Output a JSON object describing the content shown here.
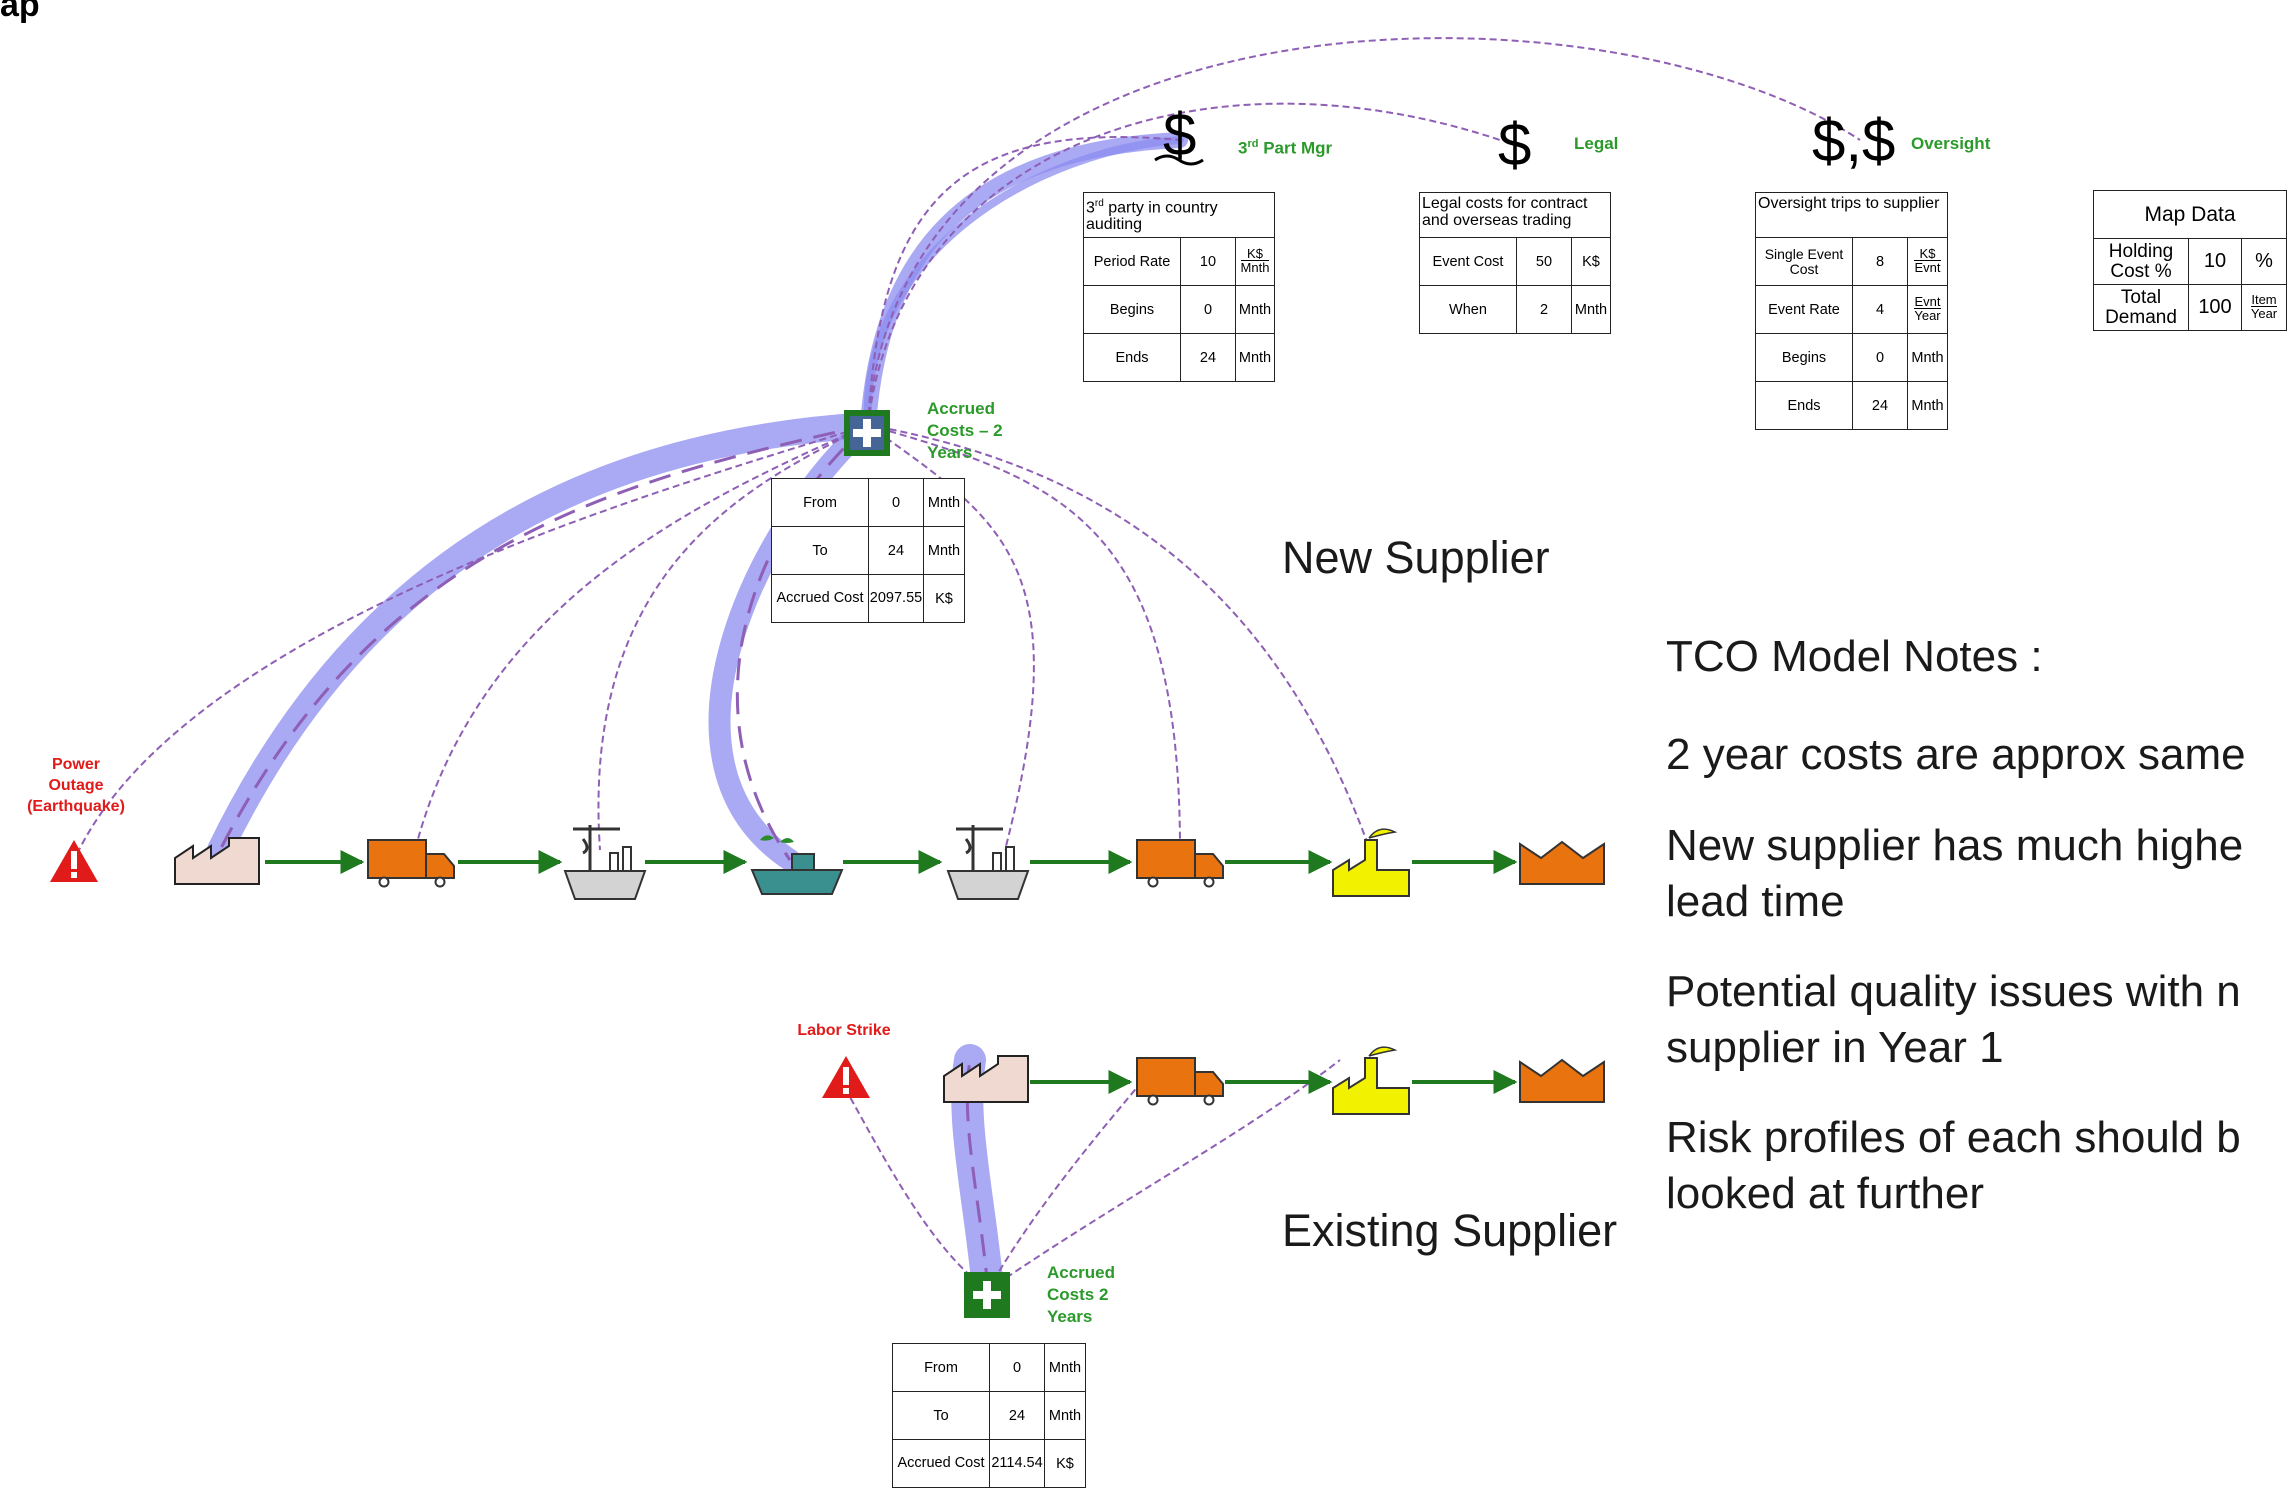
{
  "title_fragment": "ap",
  "labels": {
    "new_supplier": "New Supplier",
    "existing_supplier": "Existing Supplier",
    "accrued_new": [
      "Accrued",
      "Costs – 2",
      "Years"
    ],
    "accrued_existing": [
      "Accrued",
      "Costs 2",
      "Years"
    ],
    "power_outage": [
      "Power",
      "Outage",
      "(Earthquake)"
    ],
    "labor_strike": "Labor Strike"
  },
  "cost_drivers": [
    {
      "symbol": "$",
      "label_base": "3",
      "label_sup": "rd",
      "label_rest": " Part Mgr"
    },
    {
      "symbol": "$",
      "label": "Legal"
    },
    {
      "symbol": "$,$",
      "label": "Oversight"
    }
  ],
  "tables": {
    "third_party": {
      "caption_base": "3",
      "caption_sup": "rd",
      "caption_rest": " party in country auditing",
      "rows": [
        {
          "name": "Period Rate",
          "value": "10",
          "unit_num": "K$",
          "unit_den": "Mnth"
        },
        {
          "name": "Begins",
          "value": "0",
          "unit": "Mnth"
        },
        {
          "name": "Ends",
          "value": "24",
          "unit": "Mnth"
        }
      ]
    },
    "legal": {
      "caption": "Legal costs for contract and overseas trading",
      "rows": [
        {
          "name": "Event Cost",
          "value": "50",
          "unit": "K$"
        },
        {
          "name": "When",
          "value": "2",
          "unit": "Mnth"
        }
      ]
    },
    "oversight": {
      "caption": "Oversight trips to supplier",
      "rows": [
        {
          "name": "Single Event Cost",
          "value": "8",
          "unit_num": "K$",
          "unit_den": "Evnt"
        },
        {
          "name": "Event Rate",
          "value": "4",
          "unit_num": "Evnt",
          "unit_den": "Year"
        },
        {
          "name": "Begins",
          "value": "0",
          "unit": "Mnth"
        },
        {
          "name": "Ends",
          "value": "24",
          "unit": "Mnth"
        }
      ]
    },
    "map_data": {
      "caption": "Map Data",
      "rows": [
        {
          "name": "Holding Cost %",
          "value": "10",
          "unit": "%"
        },
        {
          "name": "Total Demand",
          "value": "100",
          "unit_num": "Item",
          "unit_den": "Year"
        }
      ]
    },
    "accrued_new": {
      "rows": [
        {
          "name": "From",
          "value": "0",
          "unit": "Mnth"
        },
        {
          "name": "To",
          "value": "24",
          "unit": "Mnth"
        },
        {
          "name": "Accrued Cost",
          "value": "2097.55",
          "unit": "K$"
        }
      ]
    },
    "accrued_existing": {
      "rows": [
        {
          "name": "From",
          "value": "0",
          "unit": "Mnth"
        },
        {
          "name": "To",
          "value": "24",
          "unit": "Mnth"
        },
        {
          "name": "Accrued Cost",
          "value": "2114.54",
          "unit": "K$"
        }
      ]
    }
  },
  "notes": {
    "title": "TCO Model Notes :",
    "items": [
      [
        "2 year costs are approx same"
      ],
      [
        "New supplier has much highe",
        "lead time"
      ],
      [
        "Potential quality issues with n",
        "supplier in Year 1"
      ],
      [
        "Risk profiles of each should b",
        "looked at further"
      ]
    ]
  },
  "colors": {
    "flow_line": "#1f7a1f",
    "truck": "#e8730f",
    "warehouse": "#e8730f",
    "plant": "#f2f200",
    "flow_band": "#8c8cf0",
    "dash_line": "#9b59b6",
    "risk": "#e11a1a",
    "accrued_box": "#1f7a1f",
    "label_green": "#2b9a2b"
  }
}
